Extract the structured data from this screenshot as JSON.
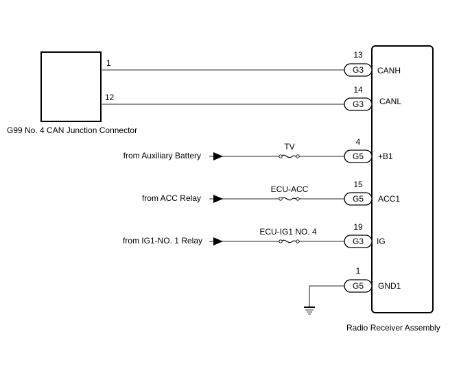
{
  "junction_connector": {
    "label": "G99  No. 4 CAN Junction Connector",
    "pins": [
      "1",
      "12"
    ]
  },
  "component": {
    "label": "Radio Receiver Assembly"
  },
  "circuits": [
    {
      "pin": "13",
      "connector": "G3",
      "terminal": "CANH",
      "source": "",
      "fuse": ""
    },
    {
      "pin": "14",
      "connector": "G3",
      "terminal": "CANL",
      "source": "",
      "fuse": ""
    },
    {
      "pin": "4",
      "connector": "G5",
      "terminal": "+B1",
      "source": "from Auxiliary Battery",
      "fuse": "TV"
    },
    {
      "pin": "15",
      "connector": "G5",
      "terminal": "ACC1",
      "source": "from ACC Relay",
      "fuse": "ECU-ACC"
    },
    {
      "pin": "19",
      "connector": "G3",
      "terminal": "IG",
      "source": "from IG1-NO. 1 Relay",
      "fuse": "ECU-IG1 NO. 4"
    },
    {
      "pin": "1",
      "connector": "G5",
      "terminal": "GND1",
      "source": "",
      "fuse": ""
    }
  ],
  "icons": {
    "arrow": "arrow-right-icon",
    "fuse": "fuse-icon",
    "ground": "ground-icon"
  }
}
